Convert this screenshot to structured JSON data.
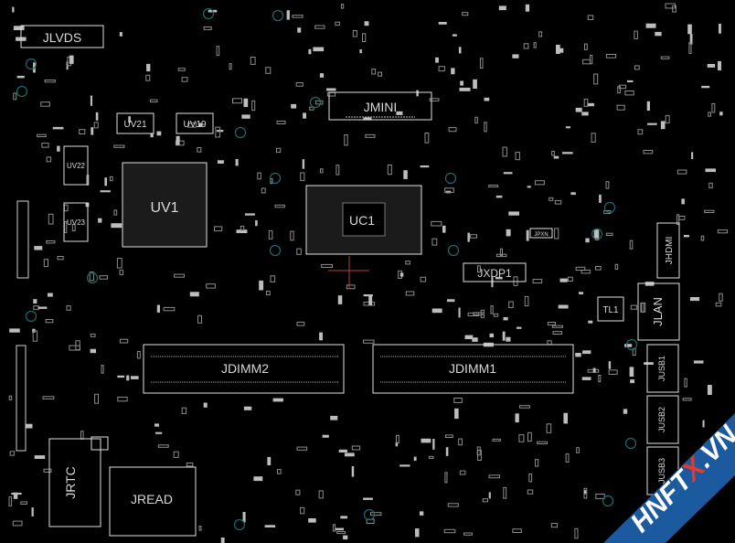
{
  "colors": {
    "background": "#000000",
    "outline": "#e0e0e0",
    "pad": "#9a9a9a",
    "via": "#1f6b6b",
    "cursor": "#b04545",
    "watermark_band": "#1c5fa8",
    "watermark_accent": "#e23b2e"
  },
  "labels": {
    "jlvds": "JLVDS",
    "jmini": "JMINI",
    "uv1": "UV1",
    "uv21": "UV21",
    "uv19": "UV19",
    "uc1": "UC1",
    "jxdp1": "JXDP1",
    "jhdmi": "JHDMI",
    "jlan": "JLAN",
    "tl1": "TL1",
    "jdimm2": "JDIMM2",
    "jdimm1": "JDIMM1",
    "jusb1": "JUSB1",
    "jusb2": "JUSB2",
    "jusb3": "JUSB3",
    "jrtc": "JRTC",
    "jread": "JREAD",
    "uv22": "UV22",
    "uv23": "UV23",
    "jpxn": "JPXN"
  },
  "watermark": {
    "prefix": "HNFT",
    "accent": "X",
    "suffix": ".VN"
  }
}
